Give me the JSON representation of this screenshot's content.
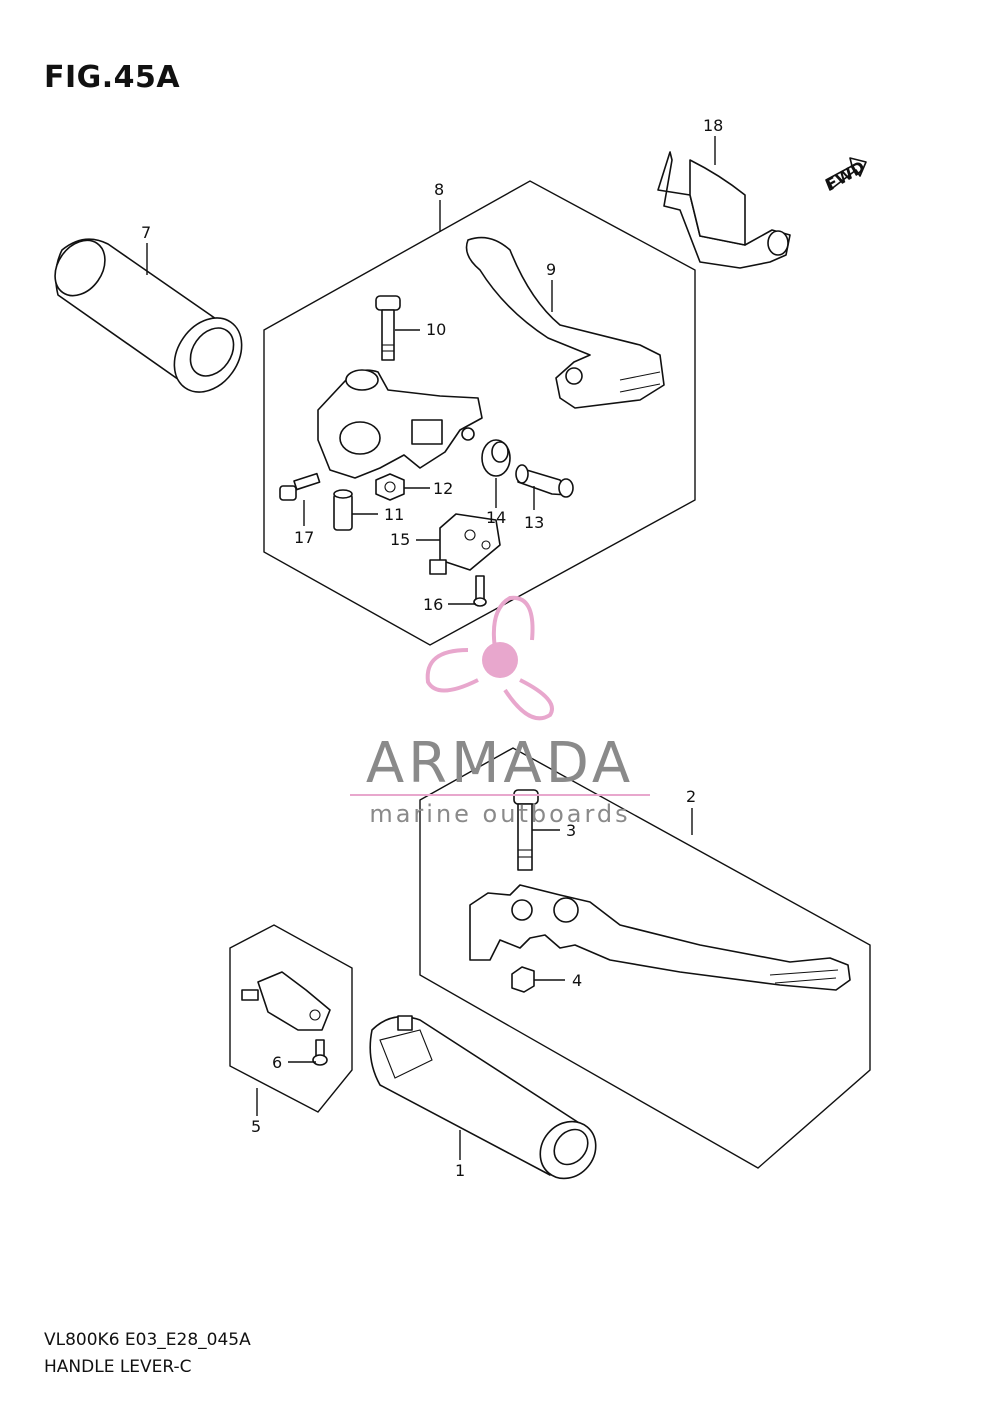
{
  "figure": {
    "title": "FIG.45A",
    "fwd_label": "FWD",
    "callouts": [
      "1",
      "2",
      "3",
      "4",
      "5",
      "6",
      "7",
      "8",
      "9",
      "10",
      "11",
      "12",
      "13",
      "14",
      "15",
      "16",
      "17",
      "18"
    ]
  },
  "watermark": {
    "brand": "ARMADA",
    "tagline": "marine outboards",
    "color_primary": "#e8a7cd",
    "color_text": "#8a8a8a"
  },
  "footer": {
    "code": "VL800K6 E03_E28_045A",
    "description": "HANDLE LEVER-C"
  }
}
